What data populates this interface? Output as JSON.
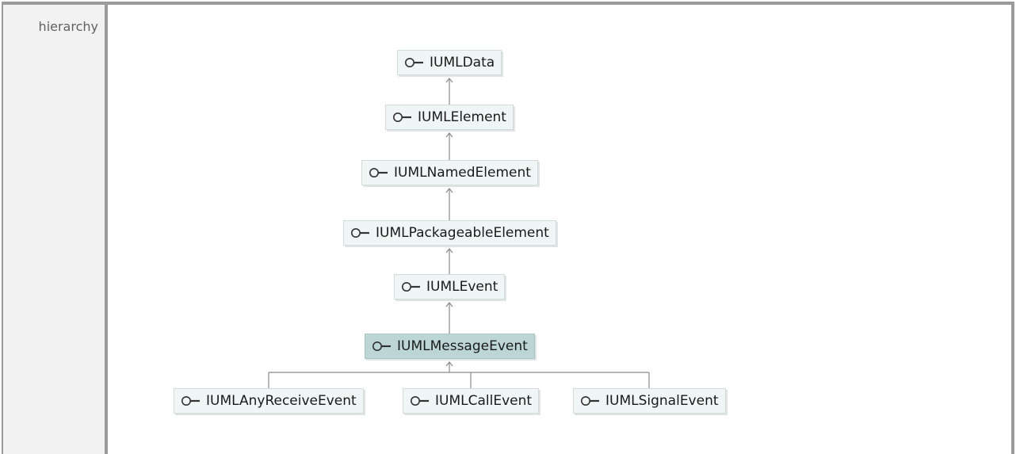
{
  "row_label": "hierarchy",
  "colors": {
    "frame": "#9b9b9b",
    "node_fill": "#f0f5f5",
    "current_fill": "#bcd6d6",
    "connector": "#8a8a8a"
  },
  "icon": "interface-lollipop-icon",
  "nodes": [
    {
      "id": "iumldata",
      "label": "IUMLData"
    },
    {
      "id": "iumlelement",
      "label": "IUMLElement"
    },
    {
      "id": "iumlnamedelement",
      "label": "IUMLNamedElement"
    },
    {
      "id": "iumlpackageableelement",
      "label": "IUMLPackageableElement"
    },
    {
      "id": "iumlevent",
      "label": "IUMLEvent"
    },
    {
      "id": "iumlmessageevent",
      "label": "IUMLMessageEvent",
      "current": true
    },
    {
      "id": "iumlanyreceiveevent",
      "label": "IUMLAnyReceiveEvent"
    },
    {
      "id": "iumlcallevent",
      "label": "IUMLCallEvent"
    },
    {
      "id": "iumlsignalevent",
      "label": "IUMLSignalEvent"
    }
  ],
  "edges": [
    {
      "from": "iumlelement",
      "to": "iumldata"
    },
    {
      "from": "iumlnamedelement",
      "to": "iumlelement"
    },
    {
      "from": "iumlpackageableelement",
      "to": "iumlnamedelement"
    },
    {
      "from": "iumlevent",
      "to": "iumlpackageableelement"
    },
    {
      "from": "iumlmessageevent",
      "to": "iumlevent"
    },
    {
      "from": "iumlanyreceiveevent",
      "to": "iumlmessageevent"
    },
    {
      "from": "iumlcallevent",
      "to": "iumlmessageevent"
    },
    {
      "from": "iumlsignalevent",
      "to": "iumlmessageevent"
    }
  ]
}
